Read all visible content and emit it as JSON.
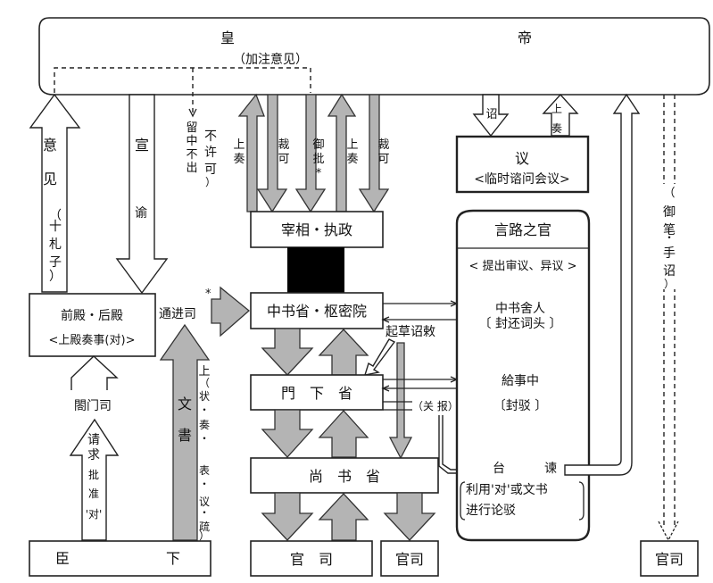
{
  "emperor": {
    "char1": "皇",
    "char2": "帝",
    "note": "（加注意见）"
  },
  "boxes": {
    "qiandian": {
      "title": "前殿・后殿",
      "subtitle": "<上殿奏事(对)>"
    },
    "zaixiang": {
      "title": "宰相・执政"
    },
    "zhongshu": {
      "title": "中书省・枢密院"
    },
    "menxia": {
      "title": "門　下　省"
    },
    "shangshu": {
      "title": "尚　书　省"
    },
    "guansi_main": {
      "title": "官　司"
    },
    "guansi_small": {
      "title": "官司"
    },
    "guansi_right": {
      "title": "官司"
    },
    "chenxia": {
      "left": "臣",
      "right": "下"
    },
    "yi": {
      "title": "议",
      "subtitle": "<临时谘问会议>"
    },
    "yanlu": {
      "title": "言路之官",
      "subtitle": "< 提出审议、异议 >",
      "zhongshu_sheren": "中书舍人",
      "zhongshu_sheren_note": "〔 封还词头 〕",
      "jishizhong": "給事中",
      "jishizhong_note": "〔封驳 〕",
      "taijian_left": "台",
      "taijian_right": "谏",
      "taijian_note_1": "利用'对'或文书",
      "taijian_note_2": "进行论驳"
    }
  },
  "labels": {
    "yijian": [
      "意",
      "见"
    ],
    "zhazi": [
      "（",
      "十",
      "札",
      "子",
      "）"
    ],
    "xuanyu": [
      "宣",
      "谕"
    ],
    "liuzhong": [
      "留",
      "中",
      "不",
      "出"
    ],
    "buxuke": [
      "不",
      "许",
      "可",
      "）"
    ],
    "shangzou": [
      "上",
      "奏"
    ],
    "caike": [
      "裁",
      "可"
    ],
    "yupi": [
      "御",
      "批",
      "*"
    ],
    "zhao": "诏",
    "shangzou_yi": [
      "上",
      "奏"
    ],
    "yubi": [
      "（",
      "御",
      "笔",
      "・",
      "手",
      "诏",
      "）"
    ],
    "tongjinsi": "通进司",
    "star": "*",
    "gemensi": "閤门司",
    "qingqiu": [
      "请",
      "求",
      "批",
      "准",
      "'对'"
    ],
    "wenshu": [
      "文",
      "書"
    ],
    "shangzhuang": [
      "上",
      "（",
      "状",
      "・",
      "奏",
      "・",
      "表",
      "・",
      "议",
      "・",
      "疏",
      "）"
    ],
    "qicao": "起草诏敕",
    "guanbao": "（关 报）"
  }
}
